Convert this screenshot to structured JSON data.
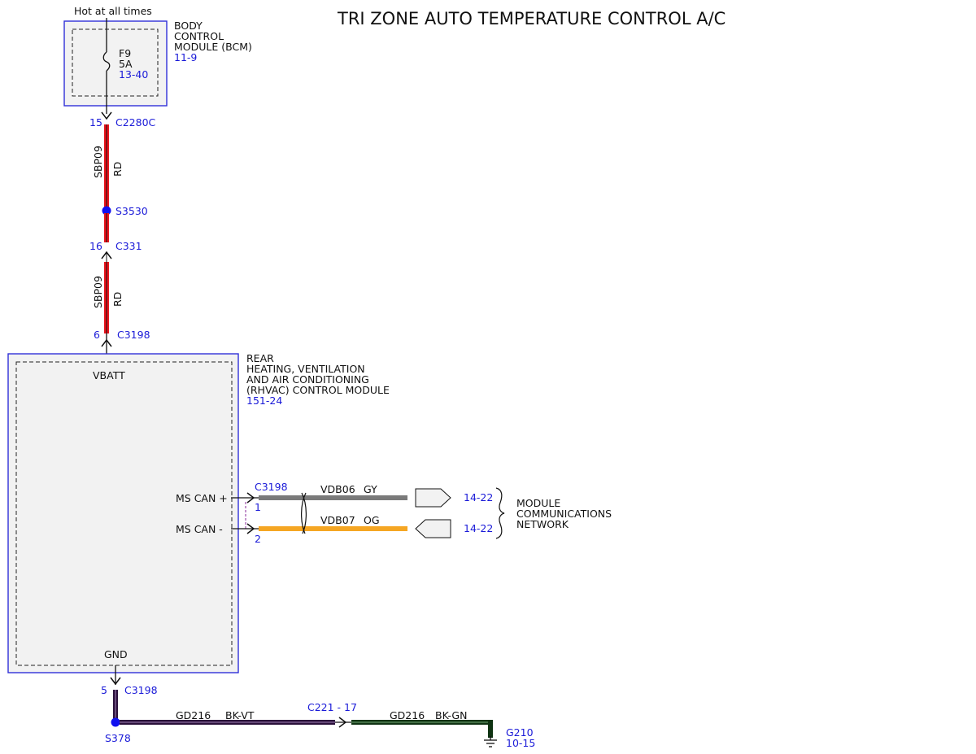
{
  "title": "TRI ZONE AUTO TEMPERATURE CONTROL A/C",
  "power_label": "Hot at all times",
  "bcm": {
    "name_lines": [
      "BODY",
      "CONTROL",
      "MODULE (BCM)"
    ],
    "ref": "11-9",
    "fuse": {
      "id": "F9",
      "rating": "5A",
      "ref": "13-40"
    }
  },
  "connectors": {
    "c2280c": {
      "pin": "15",
      "name": "C2280C"
    },
    "s3530": "S3530",
    "c331": {
      "pin": "16",
      "name": "C331"
    },
    "c3198_power": {
      "pin": "6",
      "name": "C3198"
    },
    "c3198_can": {
      "name": "C3198",
      "pin_plus": "1",
      "pin_minus": "2"
    },
    "c3198_gnd": {
      "pin": "5",
      "name": "C3198"
    },
    "s378": "S378",
    "c221": "C221  -  17",
    "g210": {
      "name": "G210",
      "ref": "10-15"
    }
  },
  "wires": {
    "sbp09_upper": {
      "circuit": "SBP09",
      "color": "RD",
      "hex": "#e8141c"
    },
    "sbp09_lower": {
      "circuit": "SBP09",
      "color": "RD",
      "hex": "#e8141c"
    },
    "vdb06": {
      "circuit": "VDB06",
      "color": "GY",
      "hex": "#7a7a7a"
    },
    "vdb07": {
      "circuit": "VDB07",
      "color": "OG",
      "hex": "#f5a623"
    },
    "gd216_a": {
      "circuit": "GD216",
      "color": "BK-VT",
      "hex": "#2a0f3a"
    },
    "gd216_b": {
      "circuit": "GD216",
      "color": "BK-GN",
      "hex": "#0f3312"
    }
  },
  "rhvac": {
    "name_lines": [
      "REAR",
      "HEATING, VENTILATION",
      "AND AIR CONDITIONING",
      "(RHVAC) CONTROL MODULE"
    ],
    "ref": "151-24",
    "vbatt": "VBATT",
    "gnd": "GND",
    "can_plus": "MS CAN +",
    "can_minus": "MS CAN -"
  },
  "network": {
    "ref_plus": "14-22",
    "ref_minus": "14-22",
    "label_lines": [
      "MODULE",
      "COMMUNICATIONS",
      "NETWORK"
    ]
  },
  "colors": {
    "module_outline": "#3030d8",
    "link_text": "#1a1ad8",
    "module_fill": "#f2f2f2",
    "splice": "#1010f0"
  }
}
